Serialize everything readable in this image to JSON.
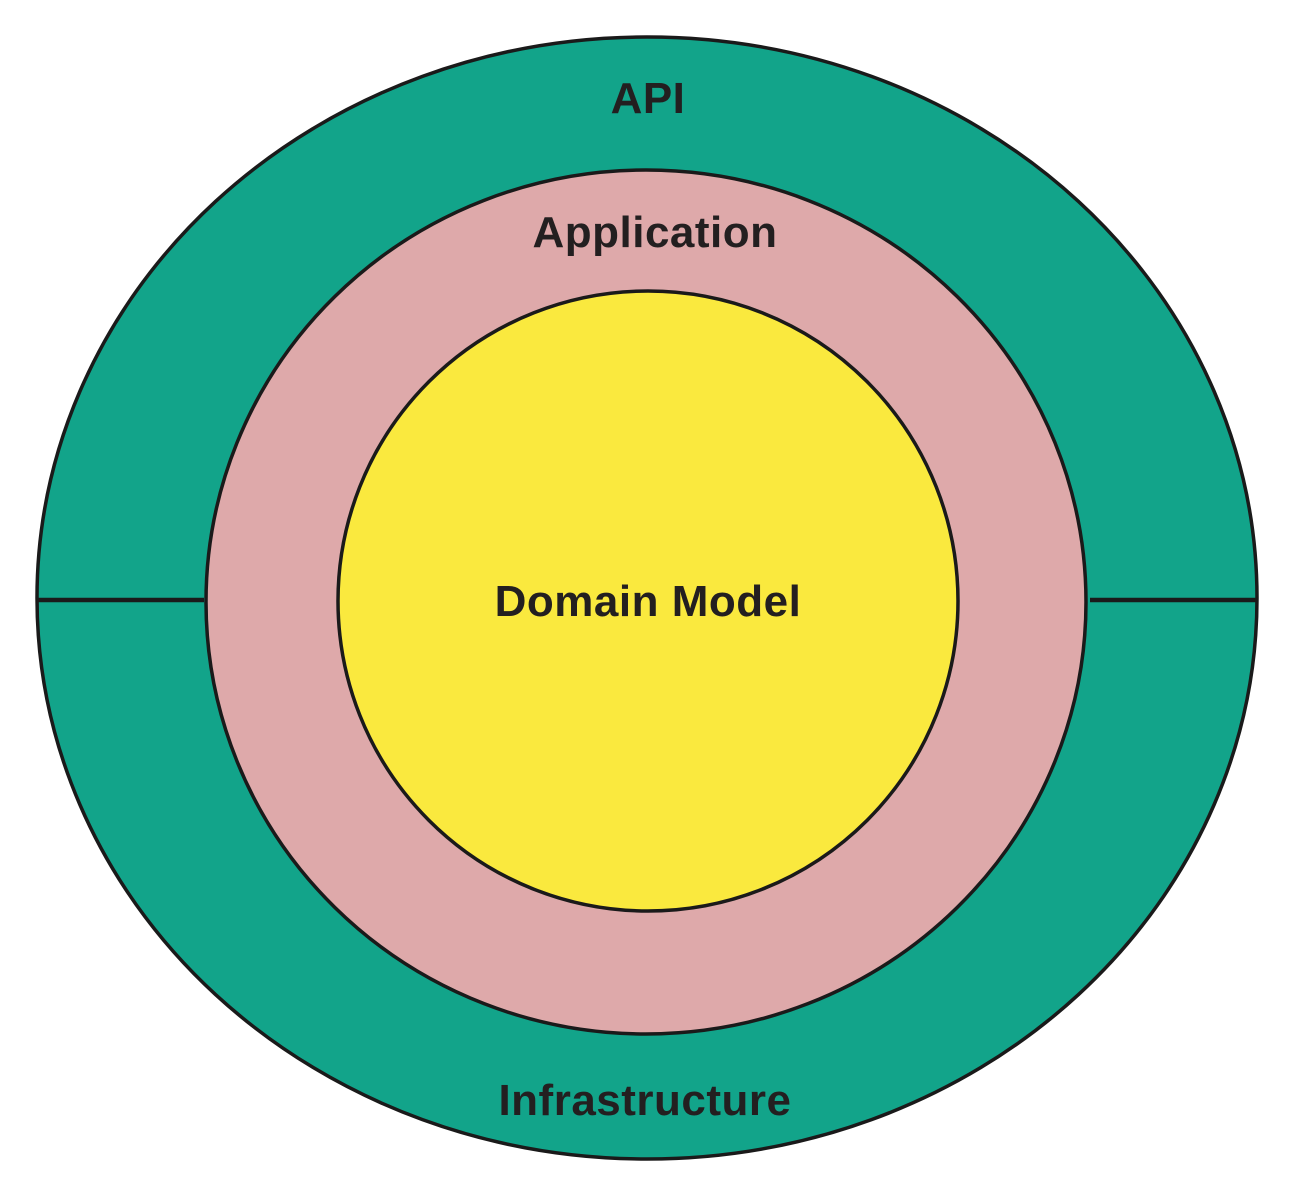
{
  "diagram": {
    "labels": {
      "outer_top": "API",
      "middle": "Application",
      "inner": "Domain Model",
      "outer_bottom": "Infrastructure"
    },
    "colors": {
      "outer_ring": "#12A48A",
      "middle_ring": "#DEA9AA",
      "inner_circle": "#FAE93E",
      "stroke": "#1A1A1A",
      "text": "#231F20",
      "background": "#FFFFFF"
    }
  }
}
